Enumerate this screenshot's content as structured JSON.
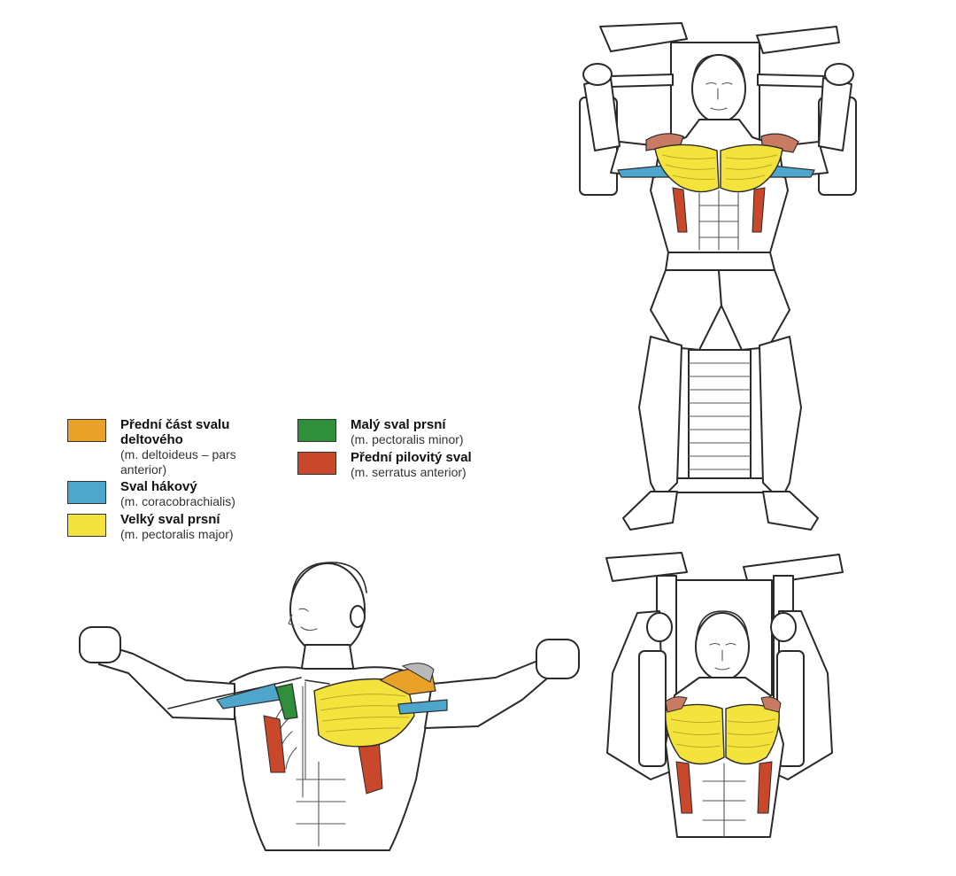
{
  "colors": {
    "deltoid_anterior": "#e9a227",
    "coracobrachialis": "#4fa6cc",
    "pectoralis_major": "#f4e33c",
    "pectoralis_minor": "#2f8f3a",
    "serratus_anterior": "#c9472b"
  },
  "legend": [
    {
      "name": "Přední část svalu deltového",
      "latin": "(m. deltoideus – pars anterior)",
      "color": "#e9a227"
    },
    {
      "name": "Sval hákový",
      "latin": "(m. coracobrachialis)",
      "color": "#4fa6cc"
    },
    {
      "name": "Velký sval prsní",
      "latin": "(m. pectoralis major)",
      "color": "#f4e33c"
    },
    {
      "name": "Malý sval prsní",
      "latin": "(m. pectoralis minor)",
      "color": "#2f8f3a"
    },
    {
      "name": "Přední pilovitý sval",
      "latin": "(m. serratus anterior)",
      "color": "#c9472b"
    }
  ]
}
